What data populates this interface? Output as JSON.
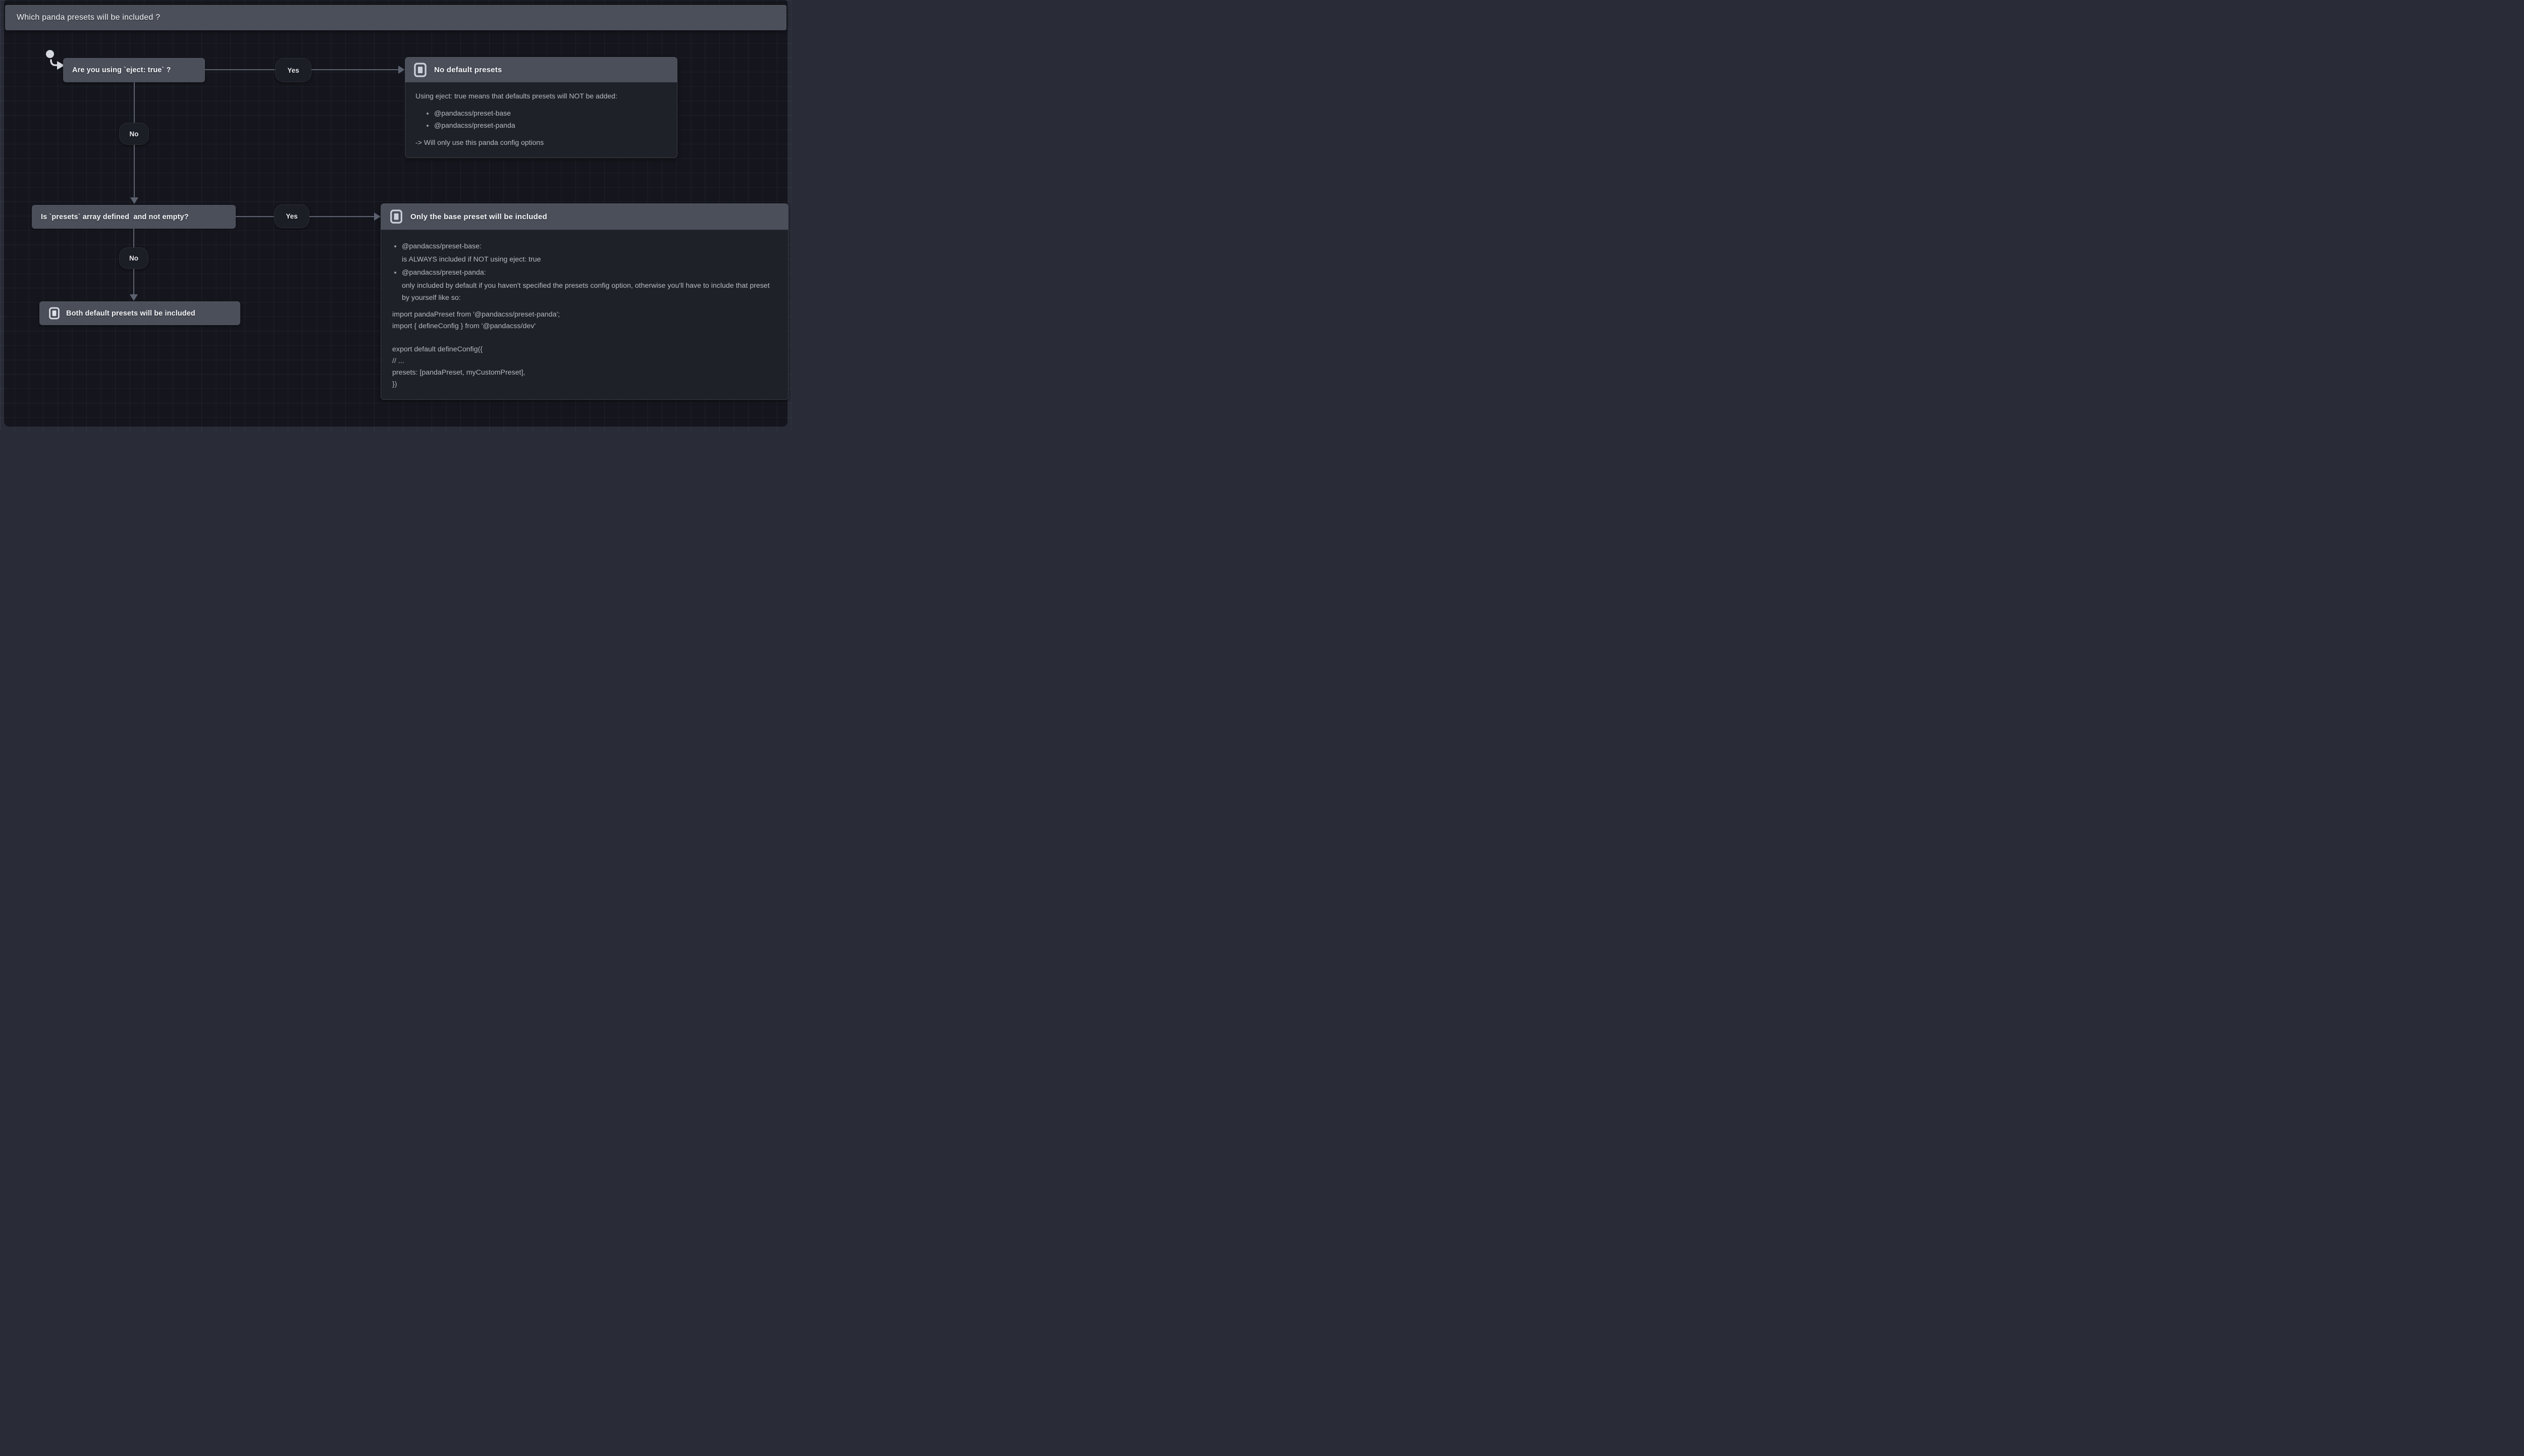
{
  "header": {
    "title": "Which panda presets will be included ?"
  },
  "flow": {
    "q_eject": "Are you using `eject: true` ?",
    "q_presets": "Is `presets` array defined  and not empty?",
    "result_both": "Both default presets will be included",
    "labels": {
      "yes1": "Yes",
      "no1": "No",
      "yes2": "Yes",
      "no2": "No"
    }
  },
  "no_default_box": {
    "title": "No default presets",
    "intro": "Using eject: true means that defaults presets will NOT be added:",
    "items": [
      "@pandacss/preset-base",
      "@pandacss/preset-panda"
    ],
    "outro": "-> Will only use this panda config options"
  },
  "base_only_box": {
    "title": "Only the base preset will be included",
    "items": [
      {
        "term": "@pandacss/preset-base:",
        "desc": "is ALWAYS included if NOT using eject: true"
      },
      {
        "term": "@pandacss/preset-panda:",
        "desc": "only included by default if you haven't specified the presets config option, otherwise you'll have to include that preset by yourself like so:"
      }
    ],
    "code": [
      "import pandaPreset from '@pandacss/preset-panda';",
      "import { defineConfig } from '@pandacss/dev'",
      "",
      "export default defineConfig({",
      "// ...",
      "presets: [pandaPreset, myCustomPreset],",
      "})"
    ]
  },
  "colors": {
    "frame_bg": "#292b36",
    "board_bg": "#15161d",
    "node_bg": "#4b4f5a",
    "box_body_bg": "#1f2129",
    "pill_bg": "#1c1e26",
    "edge": "#5d6270",
    "body_text": "#b7b9c0",
    "node_text": "#f4f5f7"
  }
}
